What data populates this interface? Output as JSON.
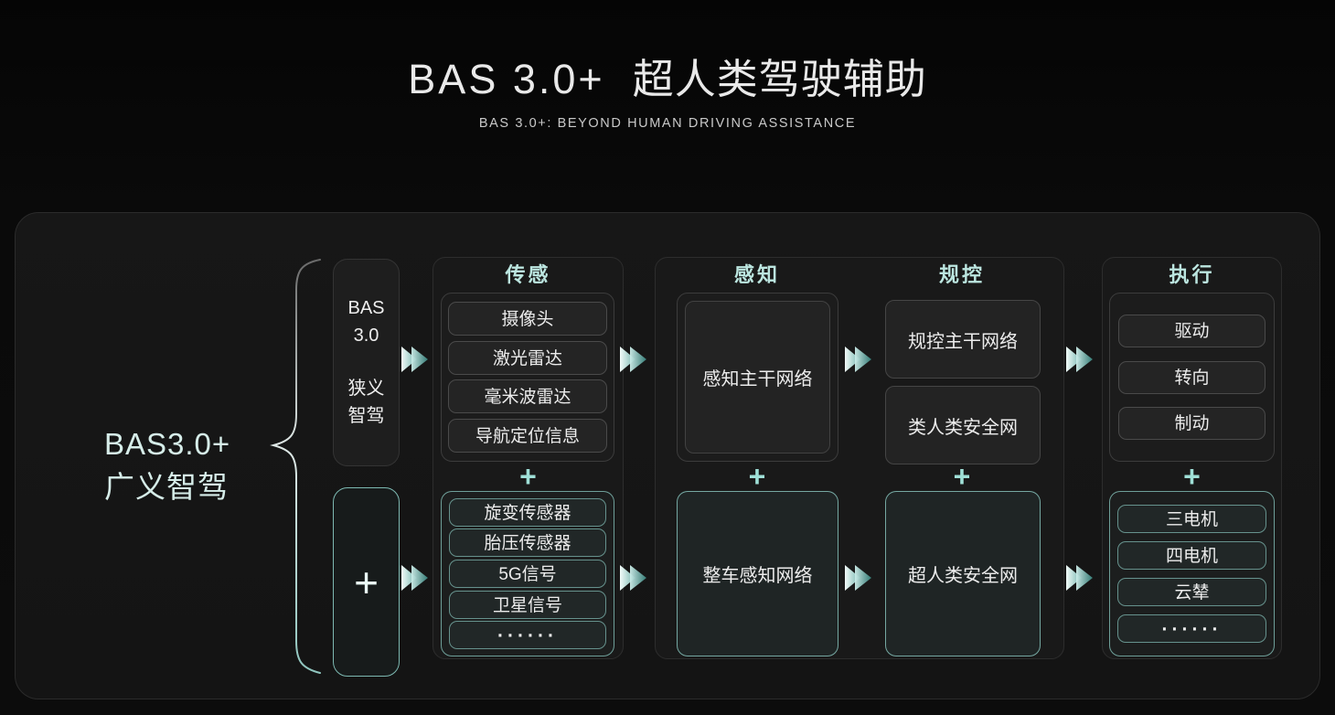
{
  "slide": {
    "title_en": "BAS 3.0+",
    "title_zh": "超人类驾驶辅助",
    "subtitle": "BAS 3.0+: BEYOND HUMAN DRIVING ASSISTANCE"
  },
  "diagram": {
    "group_label_line1": "BAS3.0+",
    "group_label_line2": "广义智驾",
    "bas_box": {
      "l1": "BAS",
      "l2": "3.0",
      "l3": "狭义",
      "l4": "智驾"
    },
    "plus": "+",
    "sensing": {
      "header": "传感",
      "top_items": [
        "摄像头",
        "激光雷达",
        "毫米波雷达",
        "导航定位信息"
      ],
      "bottom_items": [
        "旋变传感器",
        "胎压传感器",
        "5G信号",
        "卫星信号",
        "······"
      ]
    },
    "perception": {
      "header": "感知",
      "top_box": "感知主干网络",
      "bottom_box": "整车感知网络"
    },
    "planning": {
      "header": "规控",
      "top_boxes": [
        "规控主干网络",
        "类人类安全网"
      ],
      "bottom_box": "超人类安全网"
    },
    "execution": {
      "header": "执行",
      "top_items": [
        "驱动",
        "转向",
        "制动"
      ],
      "bottom_items": [
        "三电机",
        "四电机",
        "云辇",
        "······"
      ]
    },
    "colors": {
      "accent_cyan": "#a9e0d9",
      "cyan_border": "#7db9b2",
      "panel_bg": "#161616",
      "box_bg": "#232323",
      "gray_border": "#454545",
      "text_white": "#ececec",
      "page_bg": "#0a0a0a"
    }
  }
}
